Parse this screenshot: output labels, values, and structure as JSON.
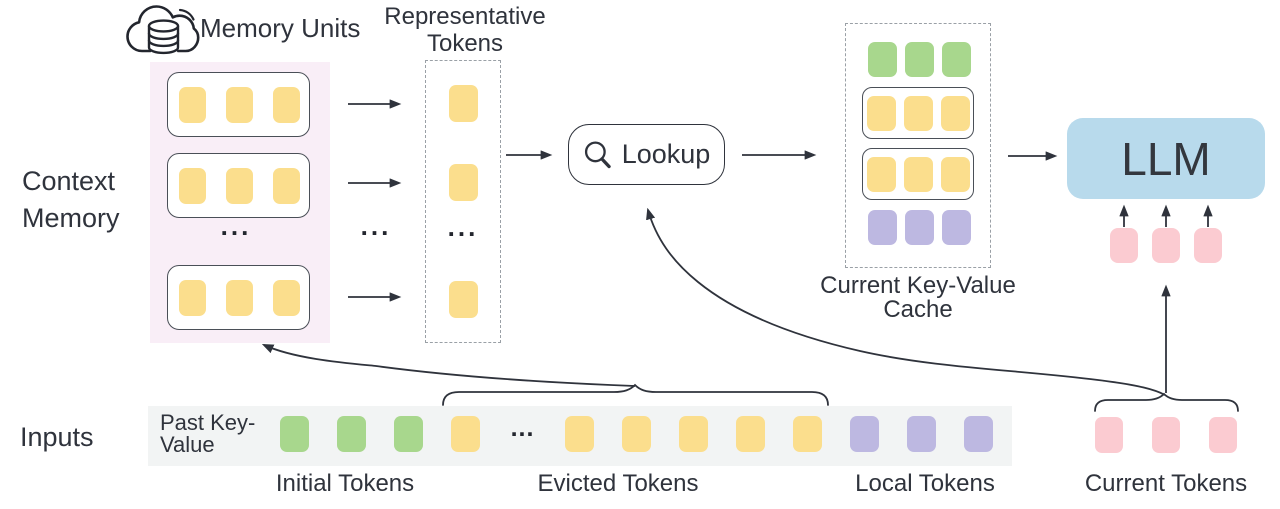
{
  "labels": {
    "context_memory": "Context Memory",
    "memory_units": "Memory Units",
    "representative_tokens": "Representative Tokens",
    "lookup": "Lookup",
    "current_kv_cache": "Current Key-Value Cache",
    "llm": "LLM",
    "inputs": "Inputs",
    "past_key_value": "Past Key-Value",
    "initial_tokens": "Initial Tokens",
    "evicted_tokens": "Evicted Tokens",
    "local_tokens": "Local Tokens",
    "current_tokens": "Current Tokens",
    "ellipsis": "..."
  },
  "colors": {
    "yellow": "#FBDE8D",
    "green": "#A8D78D",
    "purple": "#BDB8E1",
    "pink": "#FBCBD1",
    "llm_blue": "#B8DAEC",
    "memory_bg": "#F9EEF7",
    "strip_bg": "#F2F4F4",
    "line": "#2F333C"
  },
  "context_memory": {
    "units": [
      [
        "yellow",
        "yellow",
        "yellow"
      ],
      [
        "yellow",
        "yellow",
        "yellow"
      ],
      [
        "yellow",
        "yellow",
        "yellow"
      ]
    ]
  },
  "representative": {
    "tokens": [
      "yellow",
      "yellow",
      "yellow"
    ]
  },
  "cache": {
    "rows": [
      {
        "boxed": false,
        "tokens": [
          "green",
          "green",
          "green"
        ]
      },
      {
        "boxed": true,
        "tokens": [
          "yellow",
          "yellow",
          "yellow"
        ]
      },
      {
        "boxed": true,
        "tokens": [
          "yellow",
          "yellow",
          "yellow"
        ]
      },
      {
        "boxed": false,
        "tokens": [
          "purple",
          "purple",
          "purple"
        ]
      }
    ]
  },
  "llm": {
    "input_tokens": [
      "pink",
      "pink",
      "pink"
    ]
  },
  "inputs_strip": {
    "tokens": [
      "green",
      "green",
      "green",
      "yellow",
      "ellipsis",
      "yellow",
      "yellow",
      "yellow",
      "yellow",
      "yellow",
      "purple",
      "purple",
      "purple"
    ]
  },
  "current": {
    "tokens": [
      "pink",
      "pink",
      "pink"
    ]
  }
}
